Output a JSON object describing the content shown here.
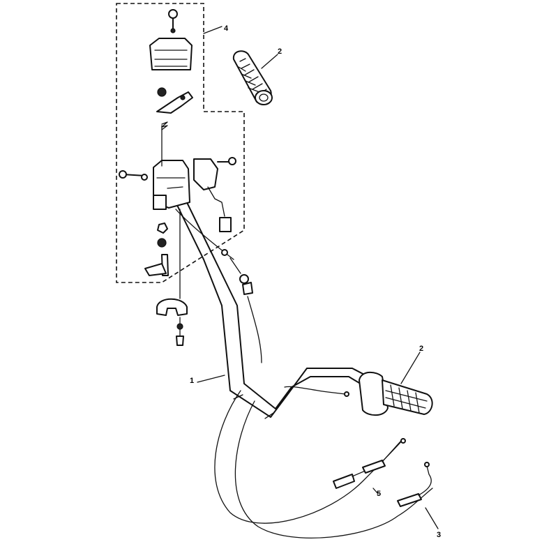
{
  "callouts": {
    "handlebar": "1",
    "grip_upper": "2",
    "grip_lower": "2",
    "cable_3": "3",
    "switch_assembly": "4",
    "cable_5": "5"
  }
}
